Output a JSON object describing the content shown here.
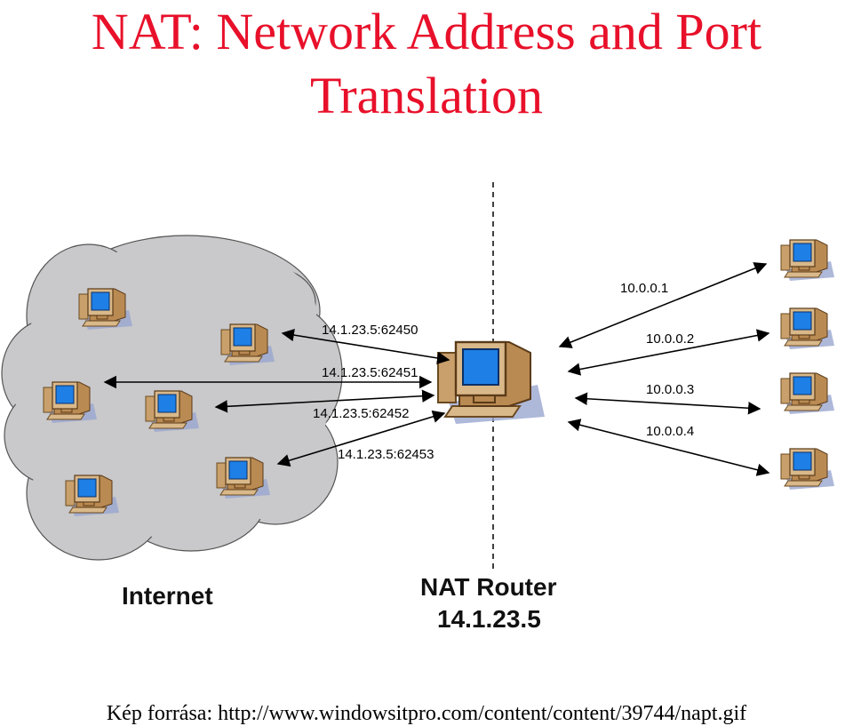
{
  "title": {
    "line1": "NAT: Network Address and Port",
    "line2": "Translation"
  },
  "colors": {
    "title": "#e8102a",
    "cloud": "#c9c9cb",
    "screen": "#1e7fe6",
    "case": "#d9b88a"
  },
  "labels": {
    "internet": "Internet",
    "router_name": "NAT Router",
    "router_ip": "14.1.23.5"
  },
  "public_ports": [
    "14.1.23.5:62450",
    "14.1.23.5:62451",
    "14.1.23.5:62452",
    "14.1.23.5:62453"
  ],
  "private_hosts": [
    "10.0.0.1",
    "10.0.0.2",
    "10.0.0.3",
    "10.0.0.4"
  ],
  "icons": {
    "computer": "computer-icon",
    "router": "router-icon",
    "cloud": "internet-cloud"
  },
  "caption": "Kép forrása: http://www.windowsitpro.com/content/content/39744/napt.gif"
}
